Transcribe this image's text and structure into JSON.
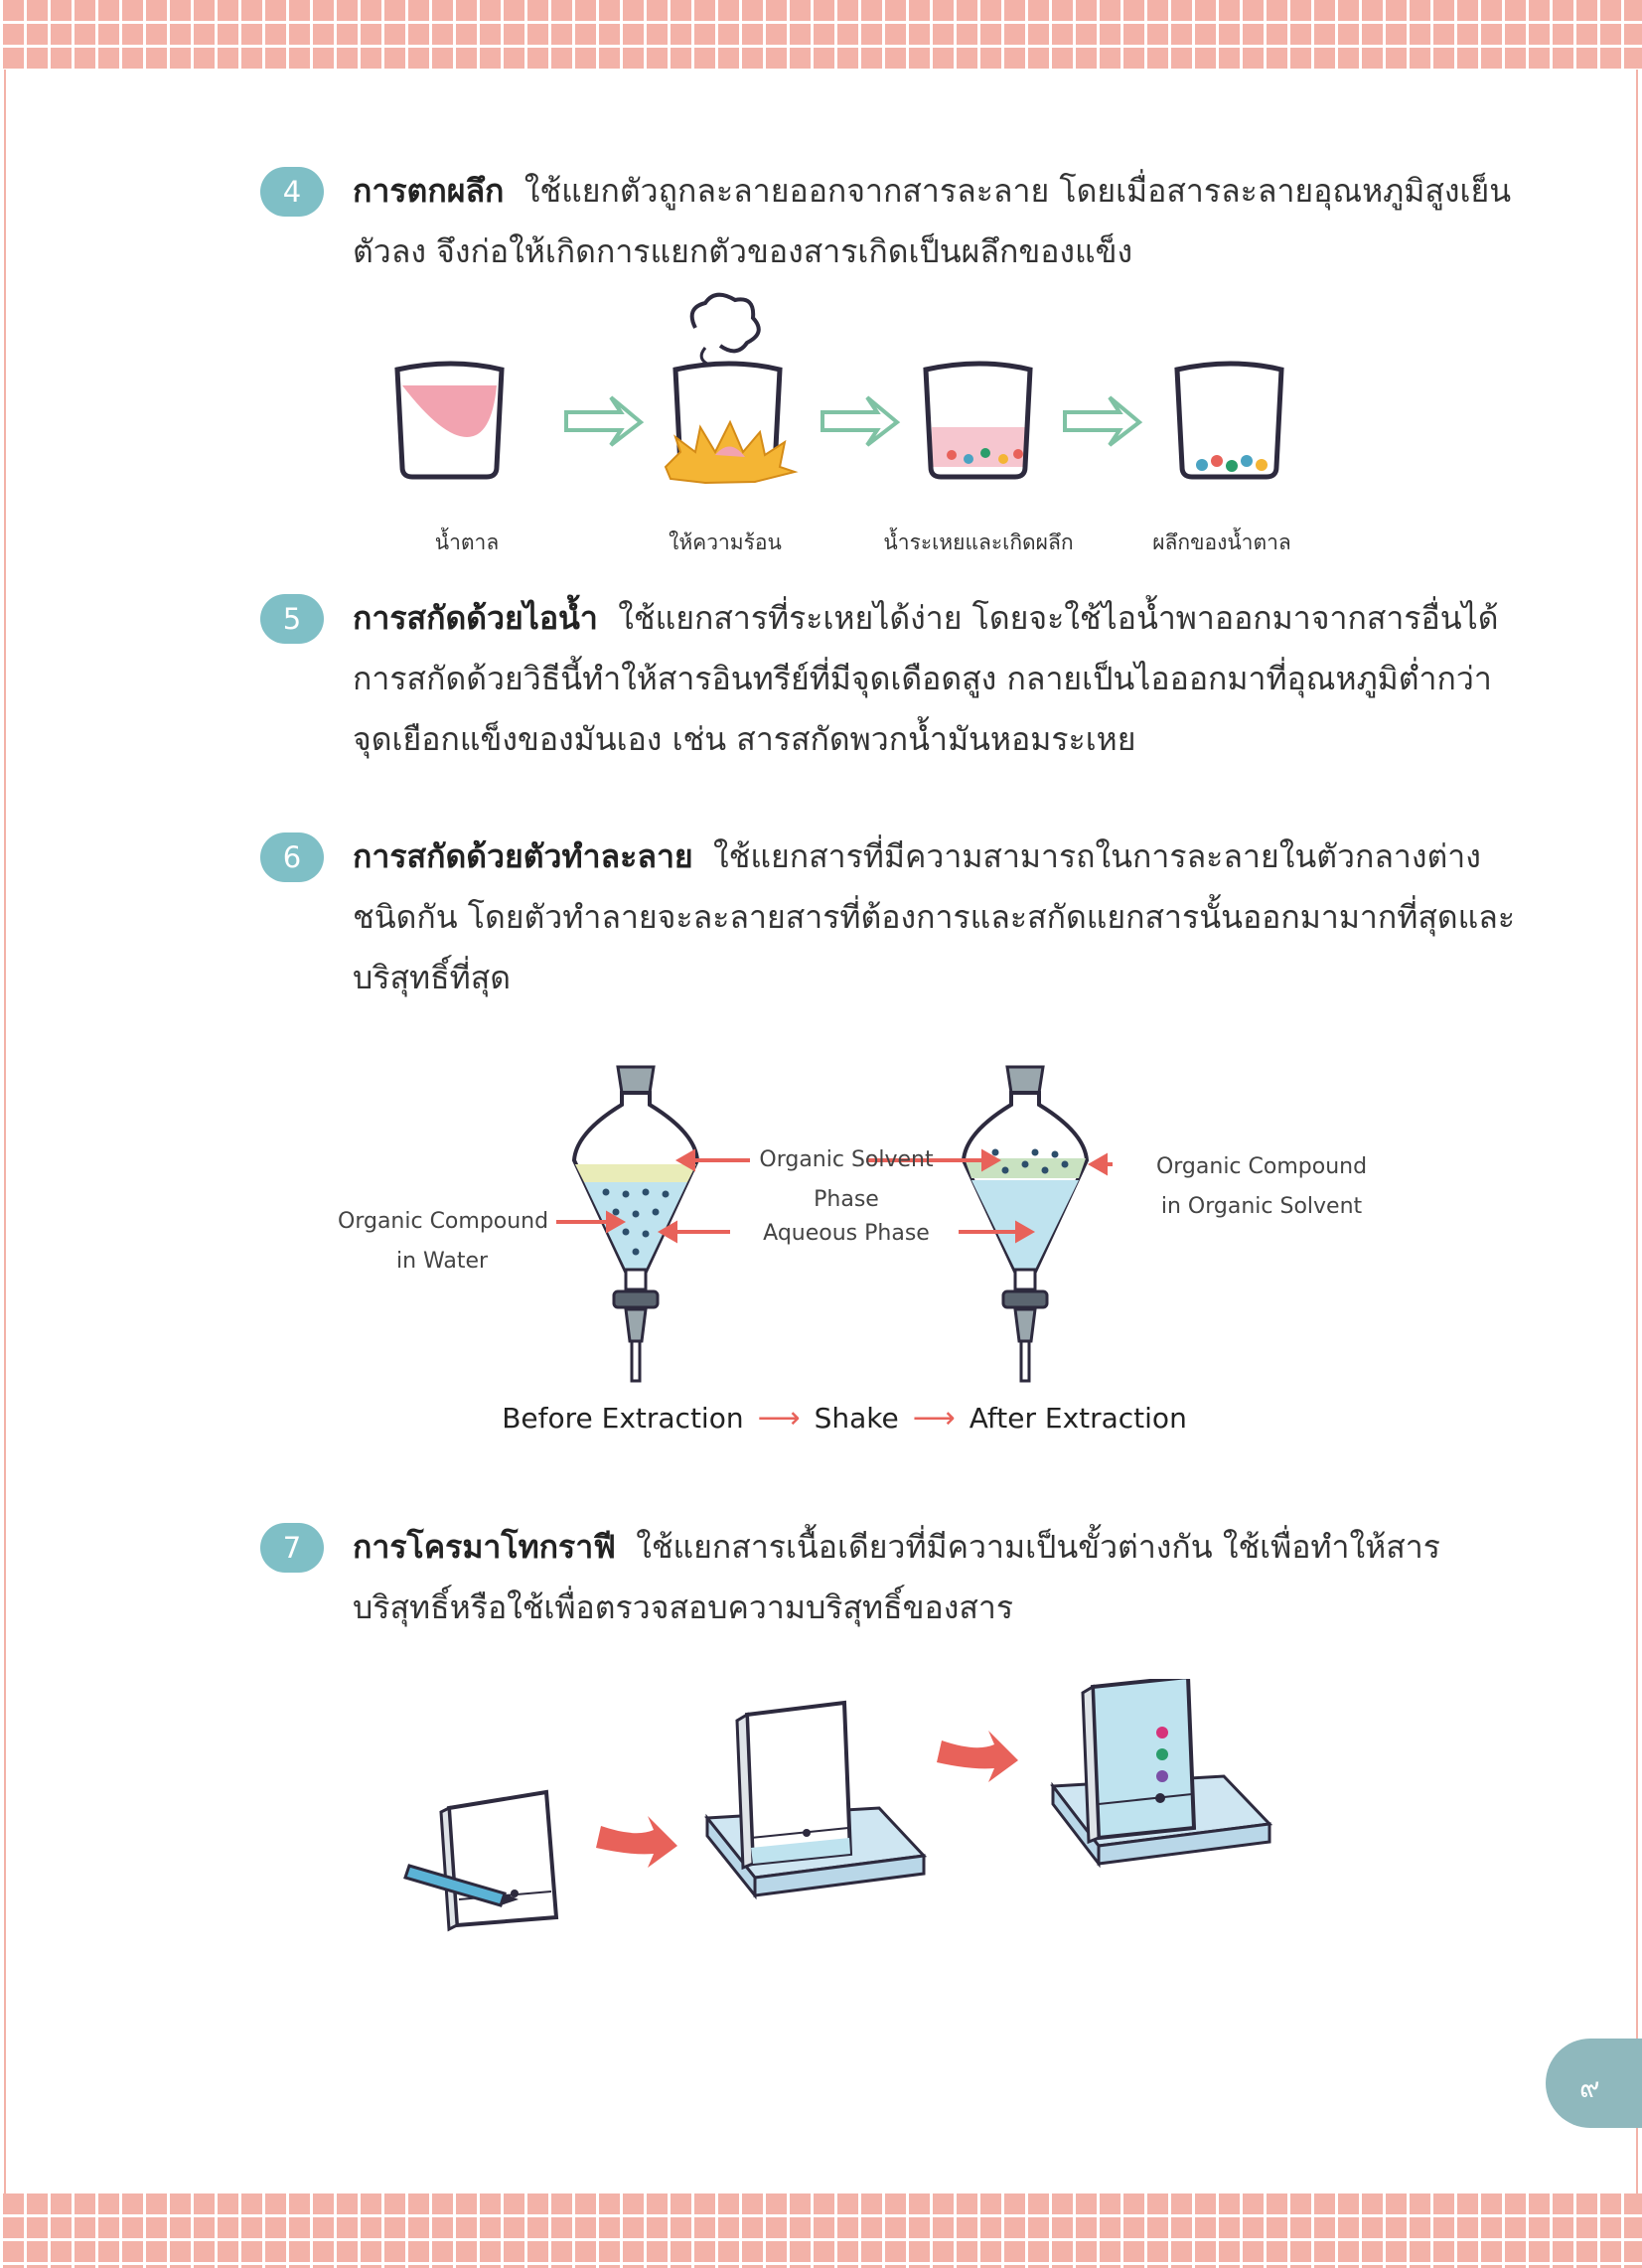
{
  "sections": [
    {
      "number": "4",
      "title": "การตกผลึก",
      "text": "ใช้แยกตัวถูกละลายออกจากสารละลาย โดยเมื่อสารละลายอุณหภูมิสูงเย็นตัวลง จึงก่อให้เกิดการแยกตัวของสารเกิดเป็นผลึกของแข็ง"
    },
    {
      "number": "5",
      "title": "การสกัดด้วยไอน้ำ",
      "text": "ใช้แยกสารที่ระเหยได้ง่าย โดยจะใช้ไอน้ำพาออกมาจากสารอื่นได้ การสกัดด้วยวิธีนี้ทำให้สารอินทรีย์ที่มีจุดเดือดสูง กลายเป็นไอออกมาที่อุณหภูมิต่ำกว่าจุดเยือกแข็งของมันเอง เช่น สารสกัดพวกน้ำมันหอมระเหย"
    },
    {
      "number": "6",
      "title": "การสกัดด้วยตัวทำละลาย",
      "text": "ใช้แยกสารที่มีความสามารถในการละลายในตัวกลางต่างชนิดกัน โดยตัวทำลายจะละลายสารที่ต้องการและสกัดแยกสารนั้นออกมามากที่สุดและบริสุทธิ์ที่สุด"
    },
    {
      "number": "7",
      "title": "การโครมาโทกราฟี",
      "text": "ใช้แยกสารเนื้อเดียวที่มีความเป็นขั้วต่างกัน ใช้เพื่อทำให้สารบริสุทธิ์หรือใช้เพื่อตรวจสอบความบริสุทธิ์ของสาร"
    }
  ],
  "crystallization_labels": [
    "น้ำตาล",
    "ให้ความร้อน",
    "น้ำระเหยและเกิดผลึก",
    "ผลึกของน้ำตาล"
  ],
  "extraction": {
    "organic_compound_in_water": [
      "Organic Compound",
      "in Water"
    ],
    "organic_solvent_phase": [
      "Organic Solvent",
      "Phase"
    ],
    "aqueous_phase": "Aqueous Phase",
    "organic_compound_in_solvent": [
      "Organic Compound",
      "in Organic Solvent"
    ],
    "flow": [
      "Before Extraction",
      "Shake",
      "After Extraction"
    ]
  },
  "page_number": "๙",
  "colors": {
    "band": "#f3b2a8",
    "badge": "#7fbfc6",
    "arrow_green": "#7fc2a4",
    "arrow_red": "#e8625a"
  }
}
